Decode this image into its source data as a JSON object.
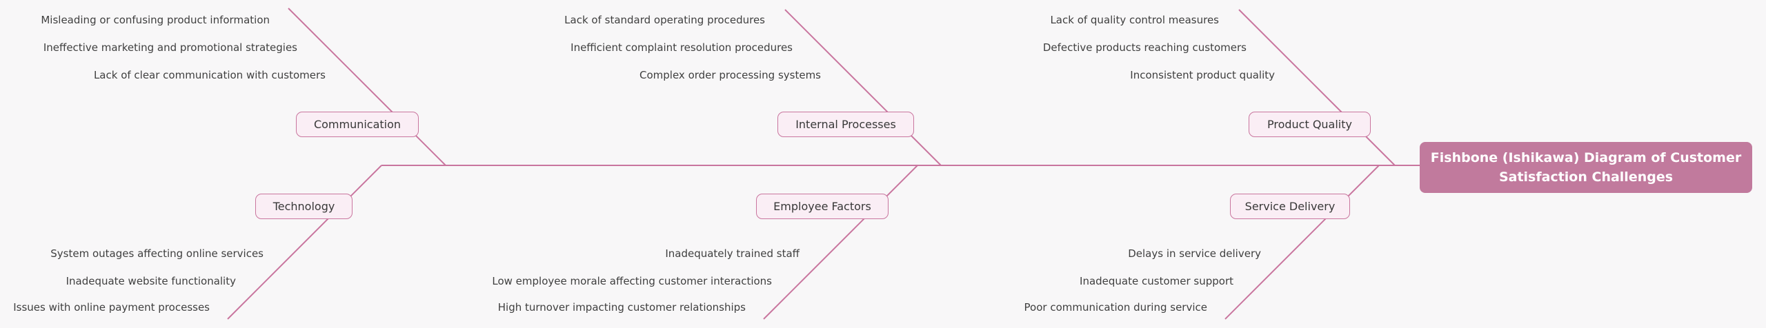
{
  "title": "Fishbone (Ishikawa) Diagram of Customer Satisfaction Challenges",
  "colors": {
    "accent": "#c9759e",
    "category_fill": "#faeef5",
    "title_fill": "#c17a9d",
    "title_text": "#ffffff",
    "background": "#f8f7f8",
    "text": "#3f3f3f"
  },
  "categories": [
    {
      "label": "Communication",
      "position": "top",
      "causes": [
        "Misleading or confusing product information",
        "Ineffective marketing and promotional strategies",
        "Lack of clear communication with customers"
      ]
    },
    {
      "label": "Internal Processes",
      "position": "top",
      "causes": [
        "Lack of standard operating procedures",
        "Inefficient complaint resolution procedures",
        "Complex order processing systems"
      ]
    },
    {
      "label": "Product Quality",
      "position": "top",
      "causes": [
        "Lack of quality control measures",
        "Defective products reaching customers",
        "Inconsistent product quality"
      ]
    },
    {
      "label": "Technology",
      "position": "bottom",
      "causes": [
        "System outages affecting online services",
        "Inadequate website functionality",
        "Issues with online payment processes"
      ]
    },
    {
      "label": "Employee Factors",
      "position": "bottom",
      "causes": [
        "Inadequately trained staff",
        "Low employee morale affecting customer interactions",
        "High turnover impacting customer relationships"
      ]
    },
    {
      "label": "Service Delivery",
      "position": "bottom",
      "causes": [
        "Delays in service delivery",
        "Inadequate customer support",
        "Poor communication during service"
      ]
    }
  ]
}
